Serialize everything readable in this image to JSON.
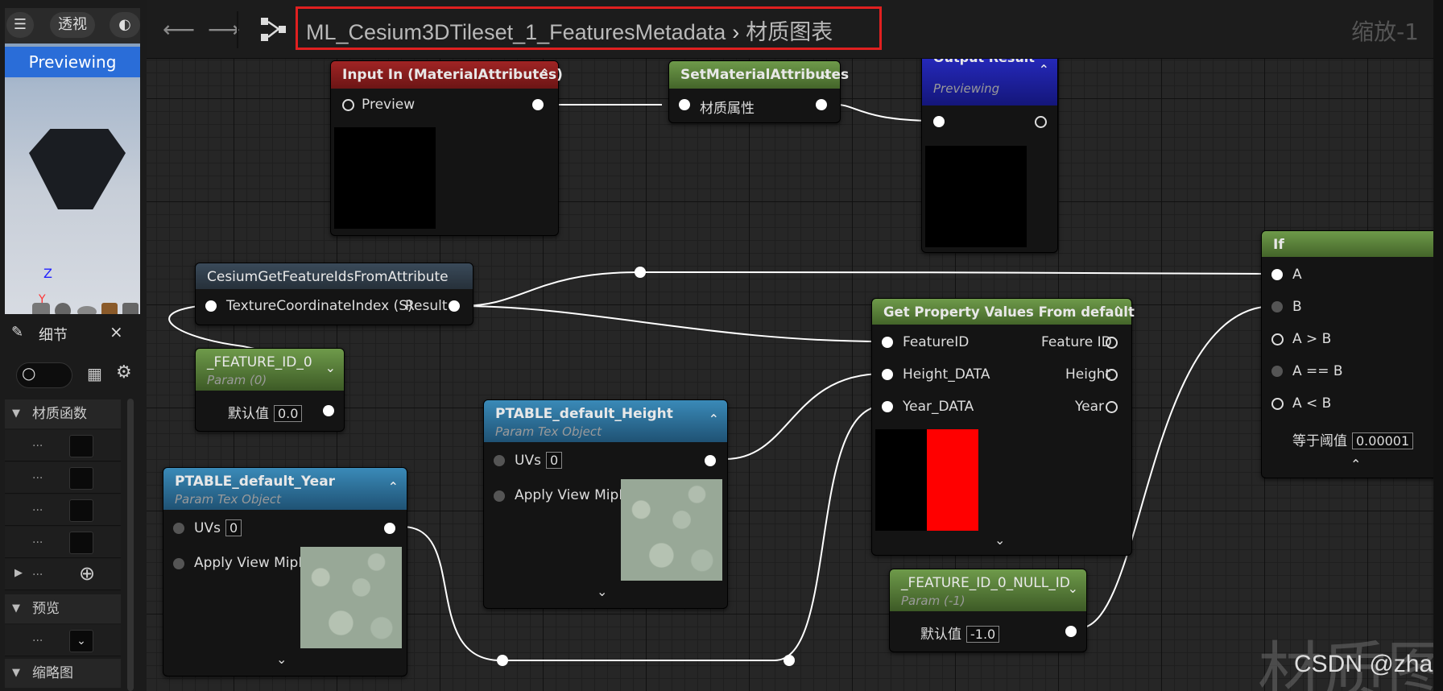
{
  "breadcrumb": {
    "asset": "ML_Cesium3DTileset_1_FeaturesMetadata",
    "separator": "›",
    "graph": "材质图表"
  },
  "zoom": "缩放-1",
  "left": {
    "menu_icon": "☰",
    "view_mode": "透视",
    "preview_label": "Previewing",
    "axis_z": "Z",
    "axis_y": "Y",
    "details_title": "细节",
    "close": "×",
    "sections": {
      "material_function": "材质函数",
      "preview": "预览",
      "thumbnail": "缩略图"
    },
    "row_dots": "..."
  },
  "nodes": {
    "input_in": {
      "title": "Input In (MaterialAttributes)",
      "pin": "Preview"
    },
    "set_material": {
      "title": "SetMaterialAttributes",
      "pin": "材质属性"
    },
    "output_result": {
      "title": "Output Result",
      "subtitle": "Previewing"
    },
    "cesium_get": {
      "title": "CesiumGetFeatureIdsFromAttribute",
      "pin_in": "TextureCoordinateIndex (S)",
      "pin_out": "Result"
    },
    "feature_id": {
      "title": "_FEATURE_ID_0",
      "subtitle": "Param (0)",
      "label": "默认值",
      "value": "0.0"
    },
    "get_property": {
      "title": "Get Property Values From default",
      "in1": "FeatureID",
      "in2": "Height_DATA",
      "in3": "Year_DATA",
      "out1": "Feature ID",
      "out2": "Height",
      "out3": "Year"
    },
    "ptable_height": {
      "title": "PTABLE_default_Height",
      "subtitle": "Param Tex Object",
      "uvs": "UVs",
      "uvs_val": "0",
      "mip": "Apply View MipBias"
    },
    "ptable_year": {
      "title": "PTABLE_default_Year",
      "subtitle": "Param Tex Object",
      "uvs": "UVs",
      "uvs_val": "0",
      "mip": "Apply View MipBias"
    },
    "null_id": {
      "title": "_FEATURE_ID_0_NULL_ID",
      "subtitle": "Param (-1)",
      "label": "默认值",
      "value": "-1.0"
    },
    "if_node": {
      "title": "If",
      "a": "A",
      "b": "B",
      "agb": "A > B",
      "aeb": "A == B",
      "alb": "A < B",
      "threshold_label": "等于阈值",
      "threshold_value": "0.00001"
    }
  },
  "watermark": "材质图层",
  "credit": "CSDN @zhangzhangkeji",
  "colors": {
    "green_head": "#5e8a3a",
    "blue_head": "#2b6a94",
    "red_head": "#8a1c1c",
    "output_head": "#1c1fa8",
    "highlight": "#e02020"
  }
}
